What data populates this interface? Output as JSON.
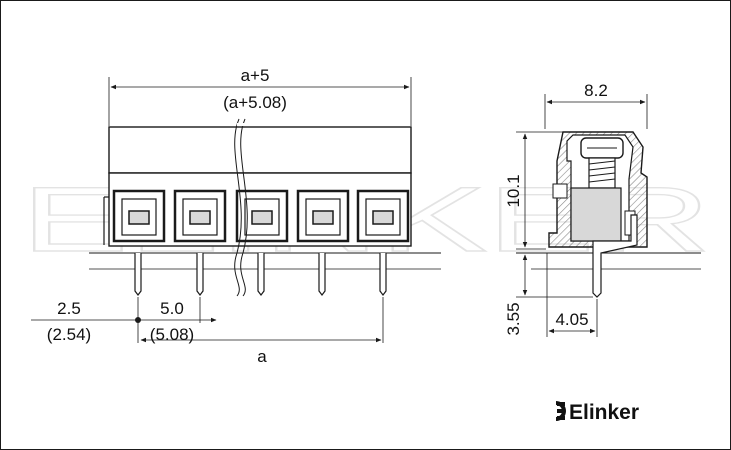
{
  "dimensions": {
    "front_total": "a+5",
    "front_total_alt": "(a+5.08)",
    "pitch": "5.0",
    "pitch_alt": "(5.08)",
    "edge_offset": "2.5",
    "edge_offset_alt": "(2.54)",
    "span": "a",
    "side_width": "8.2",
    "side_height": "10.1",
    "pin_length": "3.55",
    "pin_offset": "4.05"
  },
  "watermark": "ELINKER",
  "brand": {
    "name": "Elinker",
    "letter": "E"
  },
  "colors": {
    "line": "#1a1a1a",
    "hatch": "#888888",
    "body_fill": "#ffffff",
    "insert_fill": "#d8d8d8",
    "watermark": "#e3e3e3"
  },
  "module_count": 5
}
